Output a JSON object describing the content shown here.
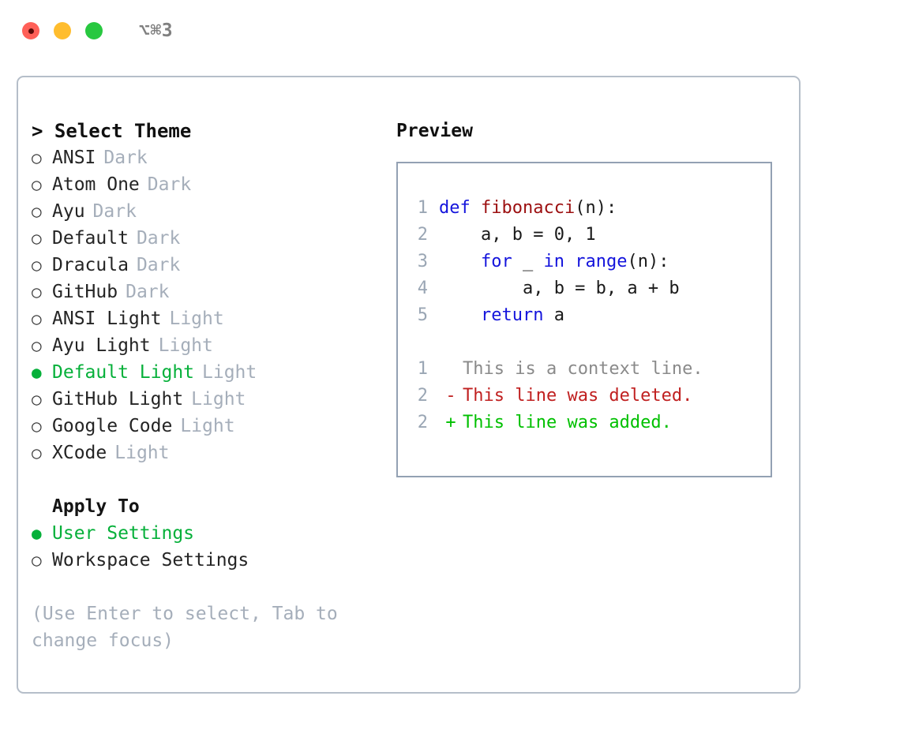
{
  "titlebar": {
    "shortcut": "⌥⌘3",
    "buttons": [
      "close",
      "minimize",
      "maximize"
    ]
  },
  "theme_list": {
    "header": "> Select Theme",
    "prompt_marker": ">",
    "items": [
      {
        "bullet": "○",
        "label": "ANSI",
        "tag": "Dark",
        "selected": false
      },
      {
        "bullet": "○",
        "label": "Atom One",
        "tag": "Dark",
        "selected": false
      },
      {
        "bullet": "○",
        "label": "Ayu",
        "tag": "Dark",
        "selected": false
      },
      {
        "bullet": "○",
        "label": "Default",
        "tag": "Dark",
        "selected": false
      },
      {
        "bullet": "○",
        "label": "Dracula",
        "tag": "Dark",
        "selected": false
      },
      {
        "bullet": "○",
        "label": "GitHub",
        "tag": "Dark",
        "selected": false
      },
      {
        "bullet": "○",
        "label": "ANSI Light",
        "tag": "Light",
        "selected": false
      },
      {
        "bullet": "○",
        "label": "Ayu Light",
        "tag": "Light",
        "selected": false
      },
      {
        "bullet": "●",
        "label": "Default Light",
        "tag": "Light",
        "selected": true
      },
      {
        "bullet": "○",
        "label": "GitHub Light",
        "tag": "Light",
        "selected": false
      },
      {
        "bullet": "○",
        "label": "Google Code",
        "tag": "Light",
        "selected": false
      },
      {
        "bullet": "○",
        "label": "XCode",
        "tag": "Light",
        "selected": false
      }
    ]
  },
  "apply_to": {
    "title": "Apply To",
    "items": [
      {
        "bullet": "●",
        "label": "User Settings",
        "selected": true
      },
      {
        "bullet": "○",
        "label": "Workspace Settings",
        "selected": false
      }
    ]
  },
  "hint": "(Use Enter to select, Tab to change focus)",
  "preview": {
    "title": "Preview",
    "code_lines": [
      {
        "num": "1",
        "segments": [
          {
            "text": "def ",
            "style": "kw"
          },
          {
            "text": "fibonacci",
            "style": "fn"
          },
          {
            "text": "(n):",
            "style": "code"
          }
        ]
      },
      {
        "num": "2",
        "segments": [
          {
            "text": "    a, b = 0, 1",
            "style": "code"
          }
        ]
      },
      {
        "num": "3",
        "segments": [
          {
            "text": "    ",
            "style": "code"
          },
          {
            "text": "for",
            "style": "kw"
          },
          {
            "text": " _ ",
            "style": "code"
          },
          {
            "text": "in",
            "style": "kw"
          },
          {
            "text": " ",
            "style": "code"
          },
          {
            "text": "range",
            "style": "kw"
          },
          {
            "text": "(n):",
            "style": "code"
          }
        ]
      },
      {
        "num": "4",
        "segments": [
          {
            "text": "        a, b = b, a + b",
            "style": "code"
          }
        ]
      },
      {
        "num": "5",
        "segments": [
          {
            "text": "    ",
            "style": "code"
          },
          {
            "text": "return",
            "style": "kw"
          },
          {
            "text": " a",
            "style": "code"
          }
        ]
      }
    ],
    "diff_lines": [
      {
        "num": "1",
        "marker": " ",
        "text": "This is a context line.",
        "style": "ctx"
      },
      {
        "num": "2",
        "marker": "-",
        "text": "This line was deleted.",
        "style": "del"
      },
      {
        "num": "2",
        "marker": "+",
        "text": "This line was added.",
        "style": "add"
      }
    ]
  },
  "colors": {
    "accent_green": "#06b03a",
    "tag_gray": "#a5aeba",
    "keyword_blue": "#1414dc",
    "function_red": "#9c0f10",
    "diff_deleted": "#c02020",
    "diff_added": "#00c000",
    "line_number": "#9aa6b4",
    "border": "#b5bec9",
    "panel_border": "#93a1b3",
    "traffic_red": "#ff6058",
    "traffic_yellow": "#ffbd2e",
    "traffic_green": "#28c840"
  }
}
